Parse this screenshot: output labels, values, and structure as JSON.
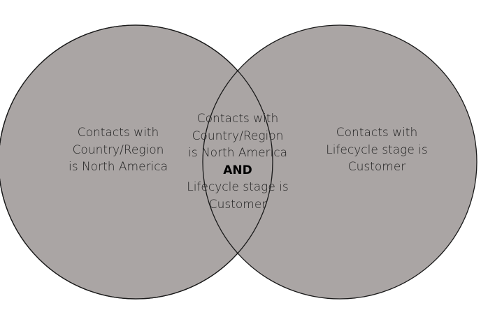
{
  "diagram": {
    "type": "venn",
    "colors": {
      "circle_fill": "#aaa5a4",
      "circle_stroke": "#1a1a1a",
      "text": "#1f1f1f"
    },
    "sets": [
      {
        "lines": [
          "Contacts with",
          "Country/Region",
          "is North America"
        ]
      },
      {
        "lines": [
          "Contacts with",
          "Lifecycle stage is",
          "Customer"
        ]
      }
    ],
    "intersection": {
      "lines_before": [
        "Contacts with",
        "Country/Region",
        "is North America"
      ],
      "operator": "AND",
      "lines_after": [
        "Lifecycle stage is",
        "Customer"
      ]
    }
  }
}
